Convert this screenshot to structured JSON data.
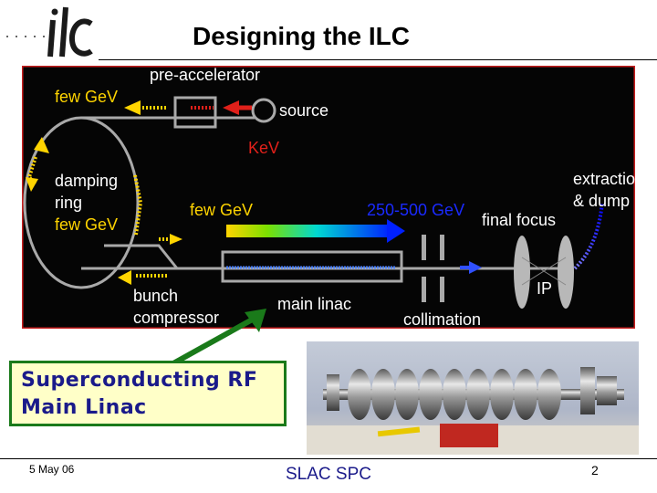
{
  "title": "Designing the ILC",
  "logo": {
    "text": "ilc"
  },
  "diagram": {
    "labels": {
      "pre_accelerator": "pre-accelerator",
      "few_gev_top": "few GeV",
      "source": "source",
      "kev": "KeV",
      "damping_ring_1": "damping",
      "damping_ring_2": "ring",
      "few_gev_ring": "few GeV",
      "few_gev_mid": "few GeV",
      "energy_range": "250-500 GeV",
      "final_focus": "final focus",
      "extraction_1": "extraction",
      "extraction_2": "& dump",
      "ip": "IP",
      "bunch_1": "bunch",
      "bunch_2": "compressor",
      "main_linac": "main linac",
      "collimation": "collimation"
    }
  },
  "callout": {
    "line1": "Superconducting  RF",
    "line2": "Main Linac"
  },
  "footer": {
    "date": "5 May 06",
    "org": "SLAC SPC",
    "page": "2"
  },
  "colors": {
    "accent_blue": "#1a1a8a",
    "callout_border": "#1a7a1a",
    "callout_bg": "#ffffc8",
    "diagram_bg": "#050505",
    "diagram_border": "#c81e1e"
  }
}
